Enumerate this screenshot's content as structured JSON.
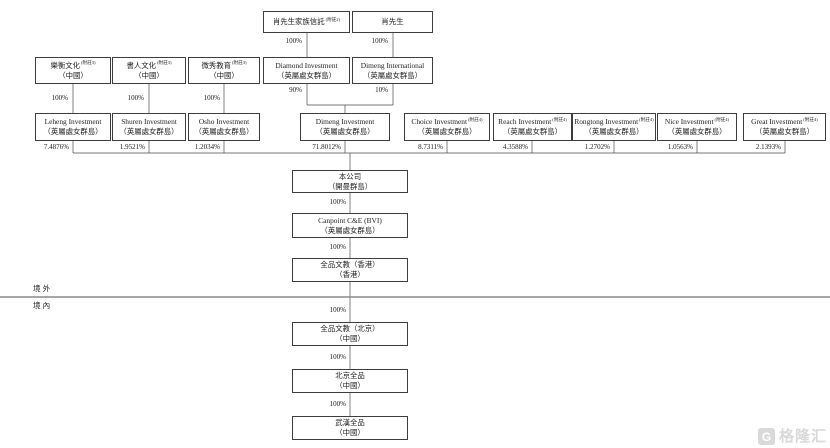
{
  "nodes": {
    "trust": {
      "name": "肖先生家族信託",
      "note": "(附註2)"
    },
    "xiao": {
      "name": "肖先生"
    },
    "leheng_cn": {
      "name": "樂衡文化",
      "note": "(附註3)",
      "sub": "（中國）"
    },
    "shuren_cn": {
      "name": "書人文化",
      "note": "(附註3)",
      "sub": "（中國）"
    },
    "weixiu_cn": {
      "name": "微秀教育",
      "note": "(附註3)",
      "sub": "（中國）"
    },
    "diamond": {
      "name": "Diamond Investment",
      "sub": "（英屬處女群島）"
    },
    "dimeng_intl": {
      "name": "Dimeng International",
      "sub": "（英屬處女群島）"
    },
    "leheng": {
      "name": "Leheng Investment",
      "sub": "（英屬處女群島）",
      "pct": "7.4876%"
    },
    "shuren": {
      "name": "Shuren Investment",
      "sub": "（英屬處女群島）",
      "pct": "1.9521%"
    },
    "osho": {
      "name": "Osho Investment",
      "sub": "（英屬處女群島）",
      "pct": "1.2034%"
    },
    "dimeng": {
      "name": "Dimeng Investment",
      "sub": "（英屬處女群島）",
      "pct": "71.8012%"
    },
    "choice": {
      "name": "Choice Investment",
      "note": "(附註4)",
      "sub": "（英屬處女群島）",
      "pct": "8.7311%"
    },
    "reach": {
      "name": "Reach Investment",
      "note": "(附註4)",
      "sub": "（英屬處女群島）",
      "pct": "4.3588%"
    },
    "rongtong": {
      "name": "Rongtong Investment",
      "note": "(附註4)",
      "sub": "（英屬處女群島）",
      "pct": "1.2702%"
    },
    "nice": {
      "name": "Nice Investment",
      "note": "(附註4)",
      "sub": "（英屬處女群島）",
      "pct": "1.0563%"
    },
    "great": {
      "name": "Great Investment",
      "note": "(附註4)",
      "sub": "（英屬處女群島）",
      "pct": "2.1393%"
    },
    "company": {
      "name": "本公司",
      "sub": "（開曼群島）"
    },
    "canpoint_bvi": {
      "name": "Canpoint C&E (BVI)",
      "sub": "（英屬處女群島）"
    },
    "canpoint_hk": {
      "name": "全品文教（香港）",
      "sub": "（香港）"
    },
    "canpoint_bj": {
      "name": "全品文教（北京）",
      "sub": "（中國）"
    },
    "beijing": {
      "name": "北京全品",
      "sub": "（中國）"
    },
    "wuhan": {
      "name": "武漢全品",
      "sub": "（中國）"
    }
  },
  "labels": {
    "trust_to_diamond": "100%",
    "xiao_to_dimeng_international": "100%",
    "leheng_culture_to_leheng": "100%",
    "shuren_culture_to_shuren": "100%",
    "weixiu_edu_to_osho": "100%",
    "diamond_to_dimeng": "90%",
    "dimeng_international_to_dimeng": "10%",
    "company_to_canpoint_bvi": "100%",
    "canpoint_bvi_to_hk": "100%",
    "hk_to_beijing_wfoe": "100%",
    "beijing_wfoe_to_beijing": "100%",
    "beijing_to_wuhan": "100%"
  },
  "regions": {
    "offshore": "境外",
    "onshore": "境內"
  },
  "watermark": {
    "icon": "G",
    "text": "格隆汇"
  },
  "colors": {
    "line": "#4a4a4a",
    "divider": "#8a8a8a",
    "watermark": "#d9d9d9"
  }
}
